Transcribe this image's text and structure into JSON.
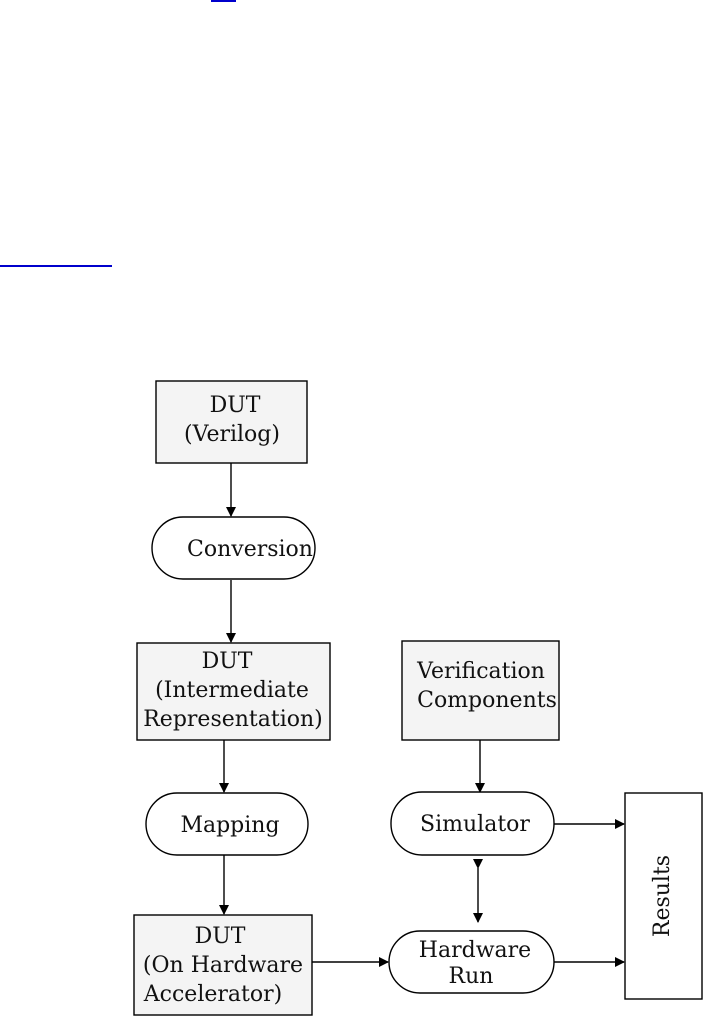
{
  "diagram": {
    "nodes": {
      "dut_verilog": {
        "line1": "DUT",
        "line2": "(Verilog)"
      },
      "conversion": {
        "label": "Conversion"
      },
      "dut_ir": {
        "line1": "DUT",
        "line2": "(Intermediate",
        "line3": "Representation)"
      },
      "mapping": {
        "label": "Mapping"
      },
      "dut_hw": {
        "line1": "DUT",
        "line2": "(On Hardware",
        "line3": "Accelerator)"
      },
      "verification": {
        "line1": "Verification",
        "line2": "Components"
      },
      "simulator": {
        "label": "Simulator"
      },
      "hardware_run": {
        "line1": "Hardware",
        "line2": "Run"
      },
      "results": {
        "label": "Results"
      }
    }
  }
}
